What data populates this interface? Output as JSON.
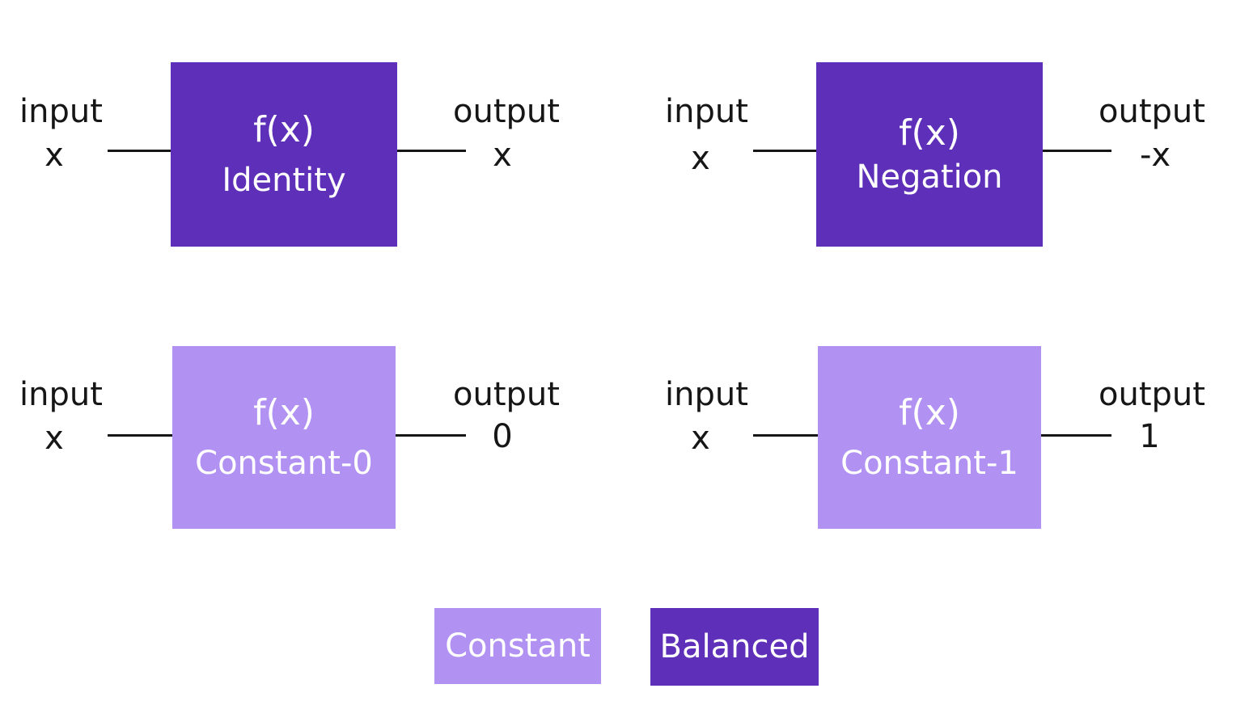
{
  "colors": {
    "balanced": "#5e2fb8",
    "constant": "#b192f2",
    "wire": "#161616"
  },
  "oracles": [
    {
      "kind": "balanced",
      "input_label": "input",
      "input_value": "x",
      "box_func": "f(x)",
      "box_name": "Identity",
      "output_label": "output",
      "output_value": "x"
    },
    {
      "kind": "balanced",
      "input_label": "input",
      "input_value": "x",
      "box_func": "f(x)",
      "box_name": "Negation",
      "output_label": "output",
      "output_value": "-x"
    },
    {
      "kind": "constant",
      "input_label": "input",
      "input_value": "x",
      "box_func": "f(x)",
      "box_name": "Constant-0",
      "output_label": "output",
      "output_value": "0"
    },
    {
      "kind": "constant",
      "input_label": "input",
      "input_value": "x",
      "box_func": "f(x)",
      "box_name": "Constant-1",
      "output_label": "output",
      "output_value": "1"
    }
  ],
  "legend": {
    "constant_label": "Constant",
    "balanced_label": "Balanced"
  }
}
